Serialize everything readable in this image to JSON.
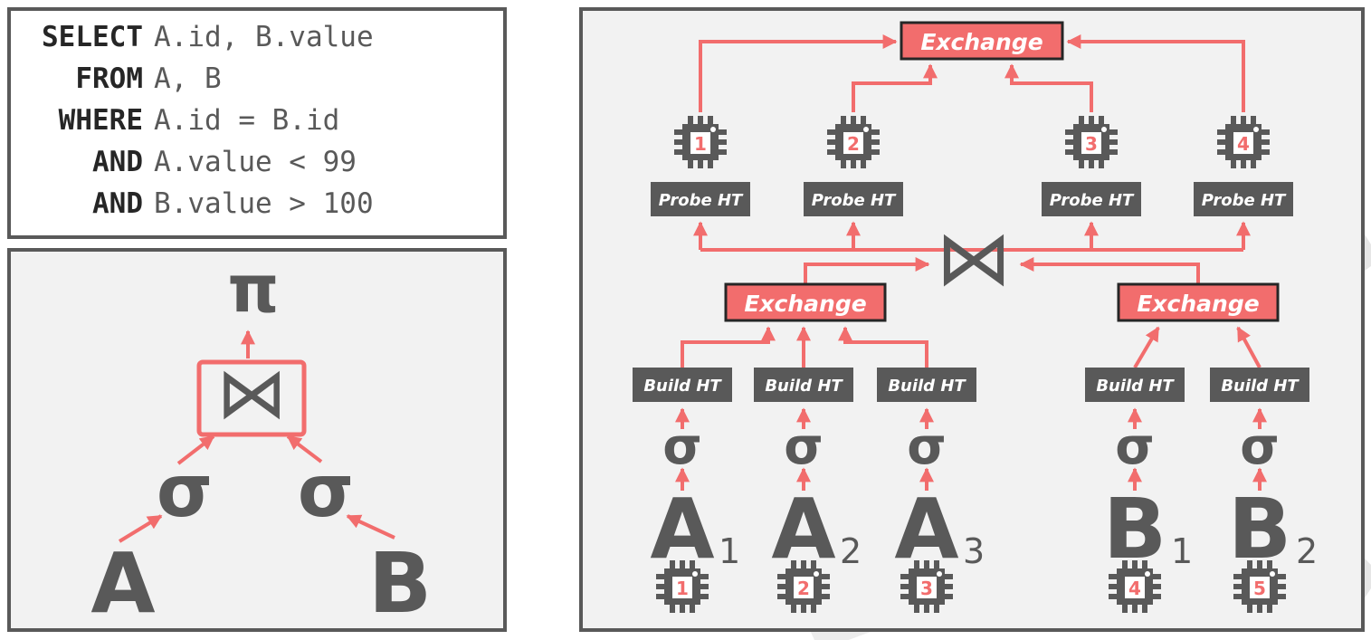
{
  "query": {
    "lines": [
      {
        "keyword": "SELECT",
        "text": "A.id, B.value"
      },
      {
        "keyword": "FROM",
        "text": "A, B"
      },
      {
        "keyword": "WHERE",
        "text": "A.id = B.id"
      },
      {
        "keyword": "AND",
        "text": "A.value < 99"
      },
      {
        "keyword": "AND",
        "text": "B.value > 100"
      }
    ]
  },
  "plan": {
    "projection": "π",
    "join": "⋈",
    "select_left": "σ",
    "select_right": "σ",
    "table_left": "A",
    "table_right": "B"
  },
  "exec": {
    "top_exchange": "Exchange",
    "left_exchange": "Exchange",
    "right_exchange": "Exchange",
    "join": "⋈",
    "probe_label": "Probe HT",
    "build_label": "Build HT",
    "select_symbol": "σ",
    "probe_cores": [
      "1",
      "2",
      "3",
      "4"
    ],
    "partitions": [
      {
        "table": "A",
        "sub": "1",
        "core": "1"
      },
      {
        "table": "A",
        "sub": "2",
        "core": "2"
      },
      {
        "table": "A",
        "sub": "3",
        "core": "3"
      },
      {
        "table": "B",
        "sub": "1",
        "core": "4"
      },
      {
        "table": "B",
        "sub": "2",
        "core": "5"
      }
    ]
  },
  "colors": {
    "accent": "#f26d6d",
    "dark": "#595959",
    "panel_bg": "#f2f2f2",
    "label_box": "#595959"
  }
}
